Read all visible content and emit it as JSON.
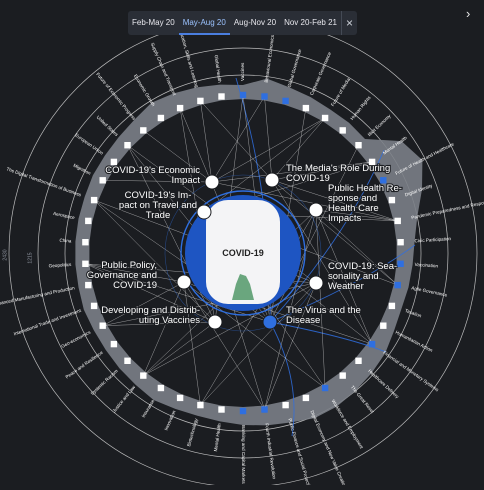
{
  "tabs": [
    {
      "label": "Feb-May 20",
      "active": false
    },
    {
      "label": "May-Aug 20",
      "active": true
    },
    {
      "label": "Aug-Nov 20",
      "active": false
    },
    {
      "label": "Nov 20-Feb 21",
      "active": false
    }
  ],
  "close_icon": "×",
  "next_icon": "›",
  "side_labels": [
    "2430",
    "1215"
  ],
  "center_label": "COVID-19",
  "colors": {
    "accent": "#2f6fe0",
    "background": "#1b1d21",
    "node": "#ffffff",
    "highlight_node": "#2f6fe0"
  },
  "inner_topics": [
    {
      "label": "COVID-19's Economic Impact",
      "lines": [
        "COVID-19's Economic",
        "Impact"
      ]
    },
    {
      "label": "The Media's Role During COVID-19",
      "lines": [
        "The Media's Role During",
        "COVID-19"
      ]
    },
    {
      "label": "COVID-19's Impact on Travel and Trade",
      "lines": [
        "COVID-19's Im-",
        "pact on Travel and",
        "Trade"
      ]
    },
    {
      "label": "Public Health Response and Health Care Impacts",
      "lines": [
        "Public Health Re-",
        "sponse and",
        "Health Care",
        "Impacts"
      ]
    },
    {
      "label": "Public Policy, Governance and COVID-19",
      "lines": [
        "Public Policy,",
        "Governance and",
        "COVID-19"
      ]
    },
    {
      "label": "COVID-19: Seasonality and Weather",
      "lines": [
        "COVID-19: Sea-",
        "sonality and",
        "Weather"
      ]
    },
    {
      "label": "Developing and Distributing Vaccines",
      "lines": [
        "Developing and Distrib-",
        "uting Vaccines"
      ]
    },
    {
      "label": "The Virus and the Disease",
      "lines": [
        "The Virus and the",
        "Disease"
      ]
    }
  ],
  "outer_topics": [
    "Vaccines",
    "Behavioural Economics",
    "Global Governance",
    "Corporate Governance",
    "Future of Media",
    "Human Rights",
    "Illicit Economy",
    "Mental Health",
    "Future of Health and Healthcare",
    "Digital Identity",
    "Pandemic Preparedness and Response",
    "Civic Participation",
    "Vaccination",
    "Agile Governance",
    "Taxation",
    "Humanitarian Action",
    "Financial and Monetary Systems",
    "Healthcare Delivery",
    "The Great Reset",
    "Workforce and Employment",
    "Digital Economy and New Value Creation",
    "Public Finance and Social Protection",
    "Fourth Industrial Revolution",
    "Banking and Capital Markets",
    "Mental Health",
    "Biotechnology",
    "Innovation",
    "Insurance",
    "Justice and Law",
    "Systemic Racism",
    "Peace and Resilience",
    "Geo-economics",
    "International Trade and Investment",
    "Advanced Manufacturing and Production",
    "Geopolitics",
    "China",
    "Aerospace",
    "The Digital Transformation of Business",
    "Migration",
    "European Union",
    "United States",
    "Future of Economic Progress",
    "Economic Growth",
    "Supply Chain and Transport",
    "Education, Skills and Learning",
    "Global Health"
  ]
}
